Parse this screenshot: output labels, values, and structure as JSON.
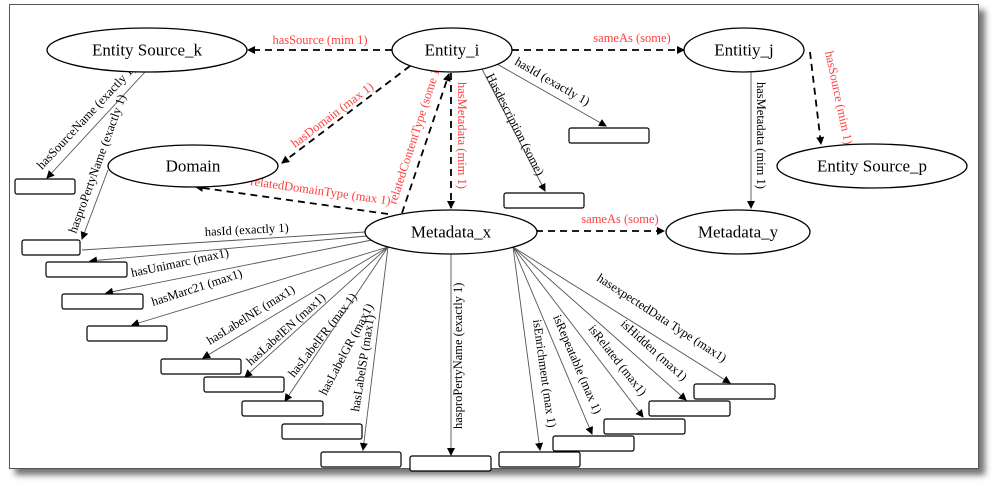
{
  "diagram": {
    "nodes": {
      "entity_source_k": "Entity Source_k",
      "entity_i": "Entity_i",
      "entity_j": "Entitiy_j",
      "entity_source_p": "Entity Source_p",
      "domain": "Domain",
      "metadata_x": "Metadata_x",
      "metadata_y": "Metadata_y"
    },
    "edges": {
      "i_hasSource_k": "hasSource (mim 1)",
      "i_sameAs_j": "sameAs (some)",
      "j_hasSource_p": "hasSource (mim 1)",
      "j_hasMetadata_y": "hasMetadata (mim 1)",
      "i_hasDomain": "hasDomain (max 1)",
      "i_hasMetadata_x": "hasMetadata (mim 1)",
      "x_relatedContentType_i": "relatedContentType (some 1)",
      "x_relatedDomainType": "relatedDomainType (max 1)",
      "i_hasId": "hasId (exactly 1)",
      "i_hasDescription": "Hasdescription (some)",
      "k_hasSourceName": "hasSourceName (exactly 1)",
      "domain_hasPropertyName": "hasproPertyName (exactly 1)",
      "x_sameAs_y": "sameAs (some)",
      "x_hasId": "hasId (exactly 1)",
      "x_hasUnimarc": "hasUnimarc (max1)",
      "x_hasMarc21": "hasMarc21 (max1)",
      "x_hasLabelNE": "hasLabelNE (max1)",
      "x_hasLabelEN": "hasLabelEN (max1)",
      "x_hasLabelFR": "hasLabelFR (max 1)",
      "x_hasLabelGR": "hasLabelGR (max1)",
      "x_hasLabelSP": "hasLabelSP (max1)",
      "x_hasPropertyName": "hasproPertyName (exactly 1)",
      "x_isEnrichment": "isEnrichment (max 1)",
      "x_isRepeatable": "isRepeatable (max 1)",
      "x_isRelated": "isRelated (max1)",
      "x_isHidden": "isHidden (max1)",
      "x_hasExpectedDataType": "hasexpectedData Type (max1)"
    },
    "colors": {
      "object_property": "#ff4040",
      "data_property": "#000000"
    }
  }
}
